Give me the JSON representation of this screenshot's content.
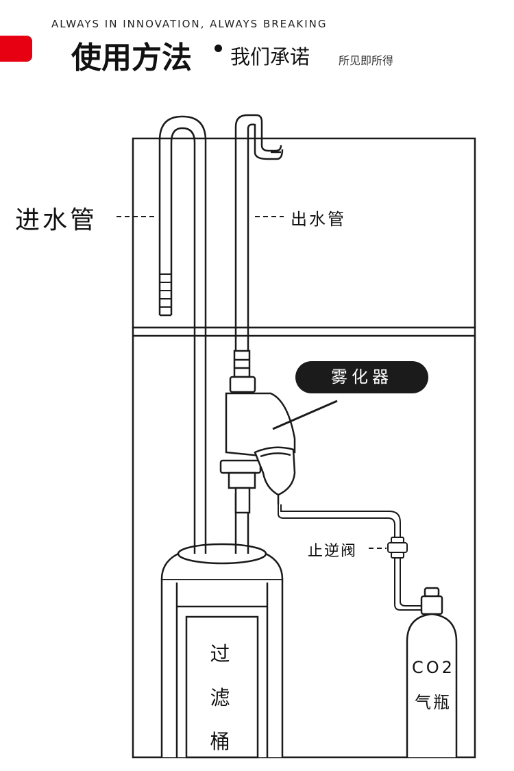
{
  "header": {
    "tagline": "ALWAYS IN INNOVATION, ALWAYS BREAKING",
    "title_main": "使用方法",
    "title_sub": "我们承诺",
    "title_small": "所见即所得",
    "accent_color": "#e60012"
  },
  "diagram": {
    "inlet_pipe": "进水管",
    "outlet_pipe": "出水管",
    "atomizer": "雾化器",
    "check_valve": "止逆阀",
    "filter_bucket": "过滤桶",
    "co2_line1": "CO2",
    "co2_line2": "气瓶"
  }
}
